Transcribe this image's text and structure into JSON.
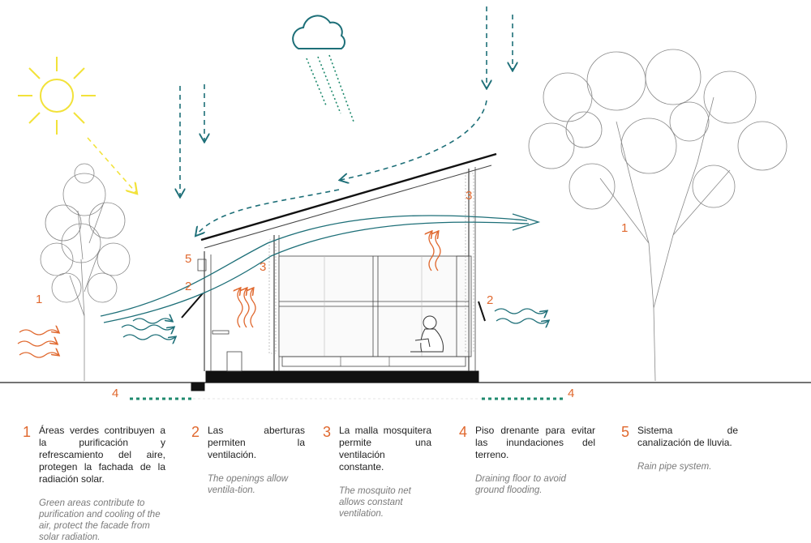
{
  "callouts": {
    "c1_left": "1",
    "c1_right": "1",
    "c2_left": "2",
    "c2_right": "2",
    "c3_left": "3",
    "c3_right": "3",
    "c4_left": "4",
    "c4_right": "4",
    "c5": "5"
  },
  "legend": [
    {
      "num": "1",
      "es": "Áreas verdes contribuyen a la purificación y refrescamiento del aire, protegen la fachada de la radiación solar.",
      "en": "Green areas contribute to purification and cooling of the air, protect the facade from solar radiation."
    },
    {
      "num": "2",
      "es": "Las aberturas permiten la ventilación.",
      "en": "The openings allow ventila-tion."
    },
    {
      "num": "3",
      "es": "La malla mosquitera permite una ventilación constante.",
      "en": "The mosquito net allows constant ventilation."
    },
    {
      "num": "4",
      "es": "Piso drenante para evitar las inundaciones del terreno.",
      "en": "Draining floor to avoid ground flooding."
    },
    {
      "num": "5",
      "es": "Sistema de canalización de lluvia.",
      "en": "Rain pipe system."
    }
  ],
  "colors": {
    "accent": "#e0682e",
    "teal": "#1d6f78",
    "green": "#1f8a6e",
    "sun": "#f2e23a"
  },
  "icons": [
    "sun-icon",
    "cloud-icon",
    "rain-icon",
    "tree-icon",
    "child-figure-icon"
  ]
}
